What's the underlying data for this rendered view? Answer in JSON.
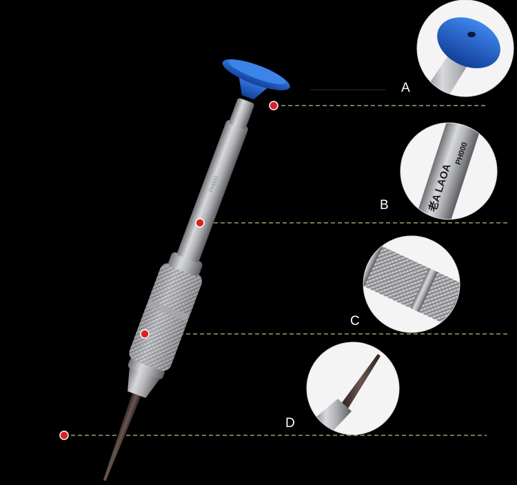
{
  "labels": {
    "a": "A",
    "b": "B",
    "c": "C",
    "d": "D"
  },
  "engraving": {
    "brand": "老A LAOA",
    "model": "PH000"
  },
  "colors": {
    "background": "#000000",
    "cap": "#1f5fcc",
    "handle": "#b8b9bd",
    "shaft": "#4a3a36",
    "marker": "#e02020",
    "guide": "#c9b98a",
    "text": "#ffffff"
  }
}
